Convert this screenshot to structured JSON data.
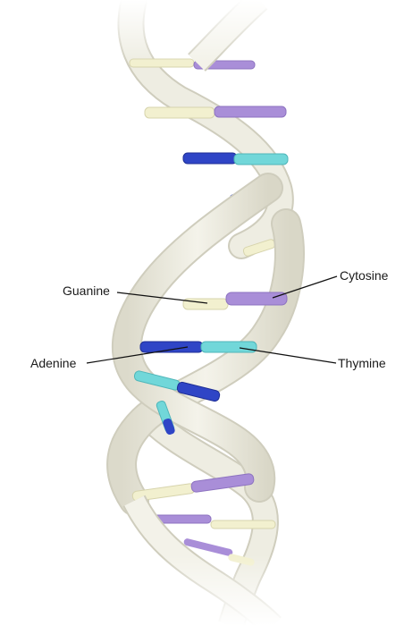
{
  "labels": {
    "guanine": "Guanine",
    "adenine": "Adenine",
    "cytosine": "Cytosine",
    "thymine": "Thymine"
  },
  "colors": {
    "backbone": "#ecebdf",
    "backbone_edge": "#cfcdbd",
    "guanine": "#f2f0cf",
    "cytosine": "#a98ed8",
    "adenine": "#2f45c6",
    "thymine": "#71d7d9",
    "leader_line": "#111111"
  }
}
